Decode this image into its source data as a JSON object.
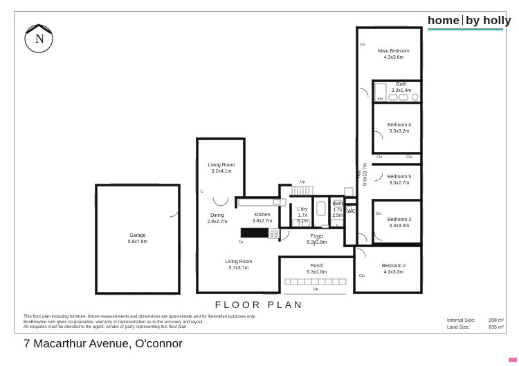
{
  "brand": {
    "logo_text_left": "home",
    "logo_text_right": "by holly",
    "accent": "#2fb6b0"
  },
  "compass": {
    "letter": "N"
  },
  "title": "FLOOR PLAN",
  "rooms": {
    "main_bedroom": {
      "name": "Main Bedroom",
      "size": "4.3x3.6m"
    },
    "bath_ensuite": {
      "name": "Bath",
      "size": "3.3x1.4m"
    },
    "bedroom4": {
      "name": "Bedroom 4",
      "size": "3.3x3.2m"
    },
    "bedroom5": {
      "name": "Bedroom 5",
      "size": "3.3x2.7m"
    },
    "bedroom3": {
      "name": "Bedroom 3",
      "size": "3.3x3.0m"
    },
    "bedroom2": {
      "name": "Bedroom 2",
      "size": "4.3x3.3m"
    },
    "hall": {
      "name": "Hall",
      "size": "0.9x10.7m"
    },
    "living_upper": {
      "name": "Living Room",
      "size": "3.2x4.1m"
    },
    "living_lower": {
      "name": "Living Room",
      "size": "5.7x3.7m"
    },
    "dining": {
      "name": "Dining",
      "size": "2.8x2.7m"
    },
    "kitchen": {
      "name": "Kitchen",
      "size": "3.8x2.7m"
    },
    "laundry": {
      "name": "L'dry",
      "size_a": "1.7x",
      "size_b": "2.1m"
    },
    "bath_main": {
      "name": "Bath",
      "size_a": "1.7x",
      "size_b": "2.5m"
    },
    "wc": {
      "name": "WC"
    },
    "foyer": {
      "name": "Foyer",
      "size": "5.3x1.8m"
    },
    "porch": {
      "name": "Porch",
      "size": "5.3x1.6m"
    },
    "garage": {
      "name": "Garage",
      "size": "5.8x7.6m"
    }
  },
  "labels": {
    "clo": "Clo",
    "shr": "Shr",
    "c": "C",
    "fp": "Fp",
    "up": "Up"
  },
  "disclaimer": [
    "This floor plan including furniture, fixture measurements and dimensions are approximate and for illustrative purposes only.",
    "BoxBrownie.com gives no guarantee, warranty or representation as to the accuracy and layout.",
    "All enquiries must be directed to the agent, vendor or party representing this floor plan."
  ],
  "stats": [
    {
      "label": "Internal Size:",
      "value": "208 m²"
    },
    {
      "label": "Land Size:",
      "value": "835 m²"
    }
  ],
  "address": "7 Macarthur Avenue, O'connor"
}
